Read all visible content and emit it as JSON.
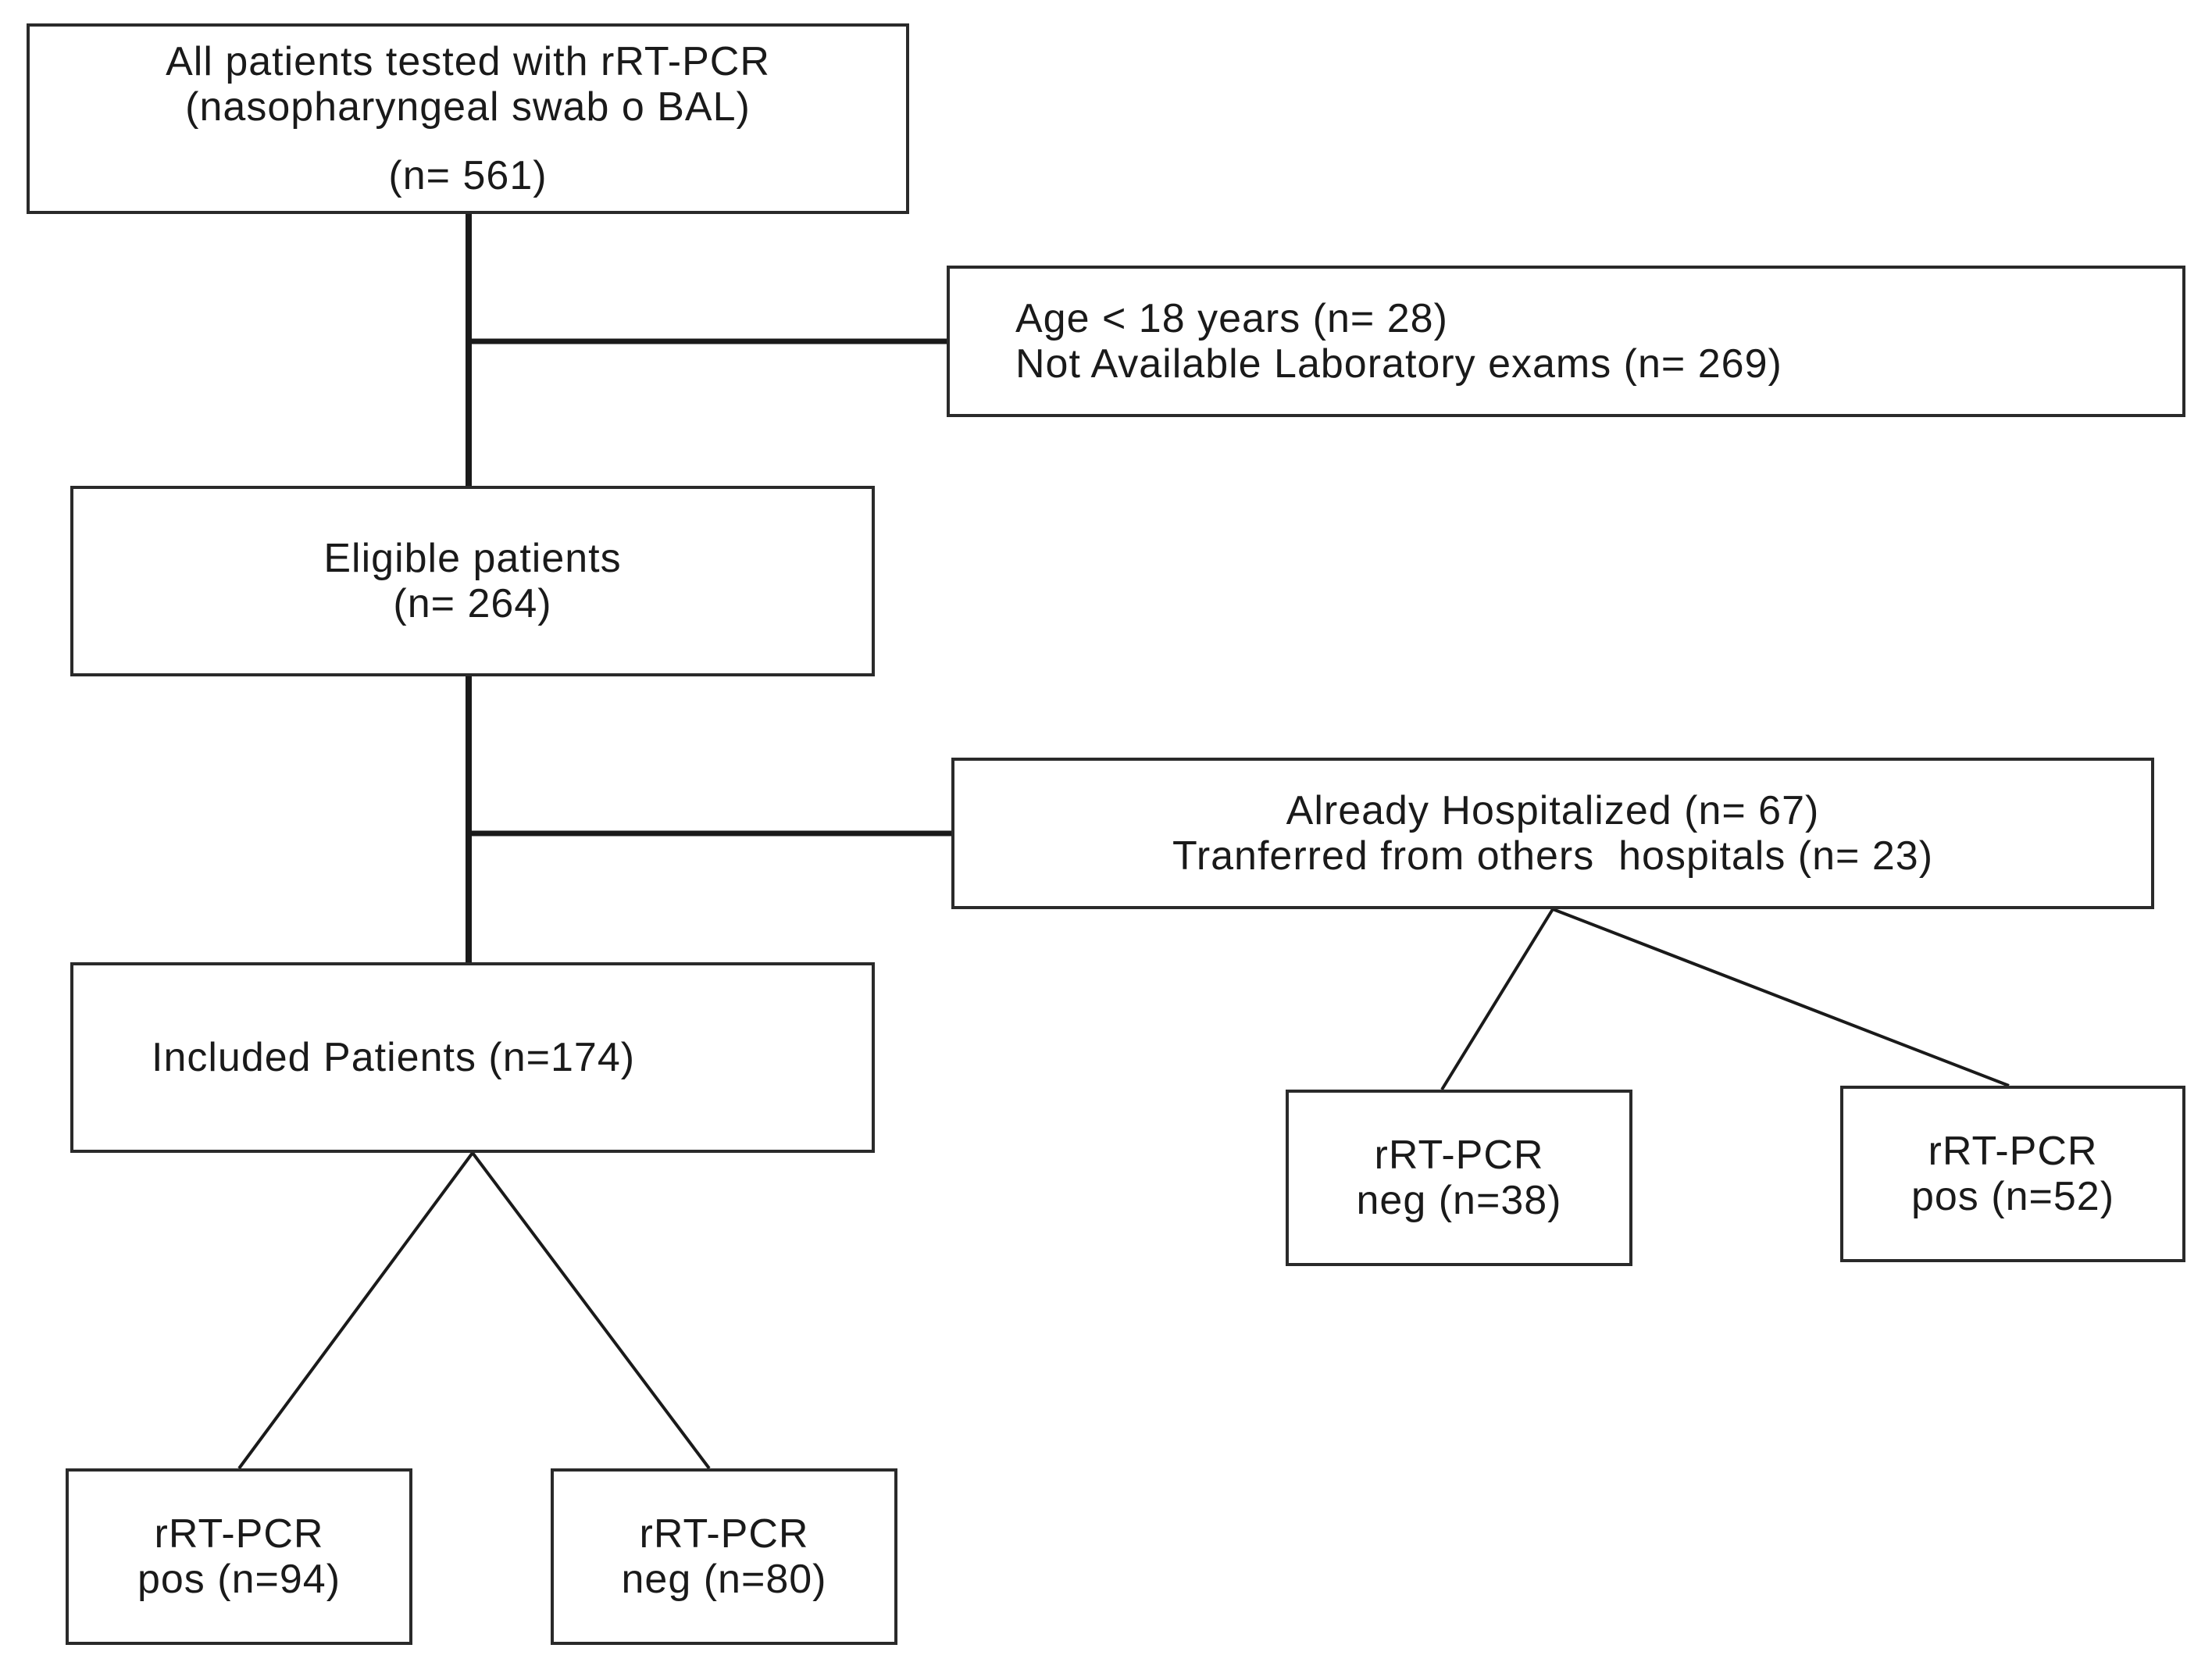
{
  "flowchart": {
    "all_patients": {
      "line1": "All patients tested with rRT-PCR",
      "line2": "(nasopharyngeal swab o BAL)",
      "count": "(n= 561)"
    },
    "exclusion_1": {
      "line1": "Age < 18 years (n= 28)",
      "line2": "Not Available Laboratory exams (n= 269)"
    },
    "eligible": {
      "line1": "Eligible patients",
      "line2": "(n= 264)"
    },
    "exclusion_2": {
      "line1": "Already Hospitalized (n= 67)",
      "line2": "Tranferred from others  hospitals (n= 23)"
    },
    "included": {
      "line1": "Included Patients (n=174)"
    },
    "excluded_neg": {
      "line1": "rRT-PCR",
      "line2": "neg (n=38)"
    },
    "excluded_pos": {
      "line1": "rRT-PCR",
      "line2": "pos (n=52)"
    },
    "included_pos": {
      "line1": "rRT-PCR",
      "line2": "pos (n=94)"
    },
    "included_neg": {
      "line1": "rRT-PCR",
      "line2": "neg (n=80)"
    }
  },
  "colors": {
    "line": "#1a1a1a",
    "border": "#2a2a2a",
    "background": "#ffffff"
  }
}
